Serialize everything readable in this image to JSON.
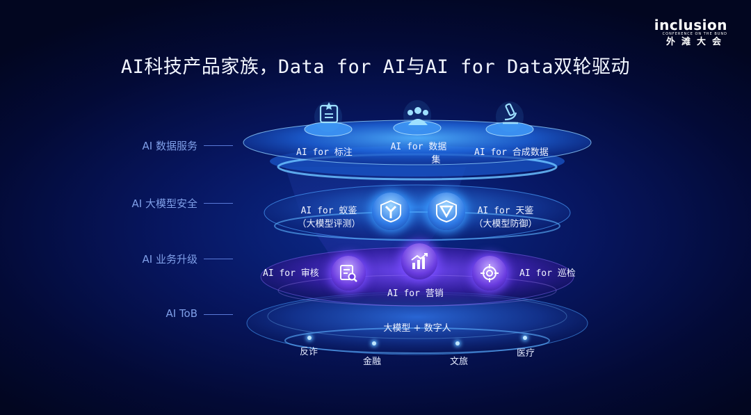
{
  "logo": {
    "brand": "inclusion",
    "sub": "CONFERENCE ON THE BUND",
    "cn": "外滩大会"
  },
  "title": "AI科技产品家族，Data for AI与AI for Data双轮驱动",
  "layers": [
    {
      "label": "AI 数据服务"
    },
    {
      "label": "AI 大模型安全"
    },
    {
      "label": "AI 业务升级"
    },
    {
      "label": "AI ToB"
    }
  ],
  "data_service": {
    "items": [
      {
        "label": "AI for 标注",
        "icon": "badge-document-icon"
      },
      {
        "label_line1": "AI for 数据",
        "label_line2": "集",
        "icon": "people-group-icon"
      },
      {
        "label": "AI for 合成数据",
        "icon": "microscope-icon"
      }
    ]
  },
  "model_security": {
    "left": {
      "line1": "AI for 蚁鉴",
      "line2": "（大模型评测）",
      "icon": "y-shield-icon"
    },
    "right": {
      "line1": "AI for 天鉴",
      "line2": "（大模型防御）",
      "icon": "triangle-shield-icon"
    }
  },
  "business_upgrade": {
    "left": {
      "label": "AI for 审核",
      "icon": "document-search-icon"
    },
    "center": {
      "label": "AI for 营销",
      "icon": "growth-chart-icon"
    },
    "right": {
      "label": "AI for 巡检",
      "icon": "target-icon"
    }
  },
  "tob": {
    "center": "大模型 + 数字人",
    "categories": [
      "反诈",
      "金融",
      "文旅",
      "医疗"
    ]
  },
  "colors": {
    "accent": "#3fa8ff",
    "purple": "#7a3cff",
    "label": "#7f9fe8"
  }
}
